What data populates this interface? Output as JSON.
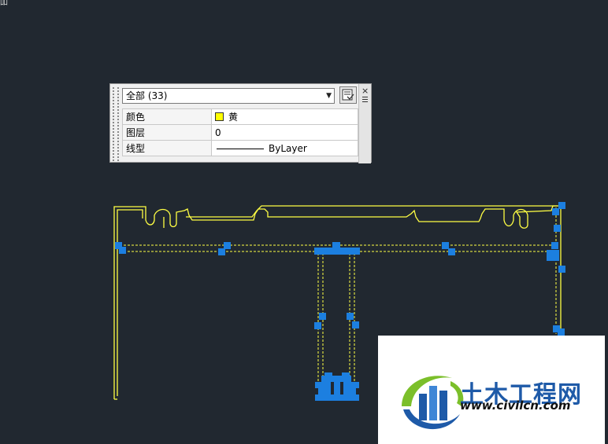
{
  "corner_text": "吅",
  "palette": {
    "selection": "全部 (33)",
    "rows": [
      {
        "key": "颜色",
        "value": "黄",
        "icon": "yellow-swatch"
      },
      {
        "key": "图层",
        "value": "0"
      },
      {
        "key": "线型",
        "value": "ByLayer",
        "icon": "line-sample"
      }
    ],
    "close_glyph": "×"
  },
  "drawing": {
    "line_color": "#ffff44",
    "grip_color": "#1c7fe0",
    "background": "#212830"
  },
  "watermark": {
    "brand": "土木工程网",
    "url": "www.civilcn.com",
    "colors": {
      "blue": "#1e5aa8",
      "green": "#7bbf2a"
    }
  }
}
